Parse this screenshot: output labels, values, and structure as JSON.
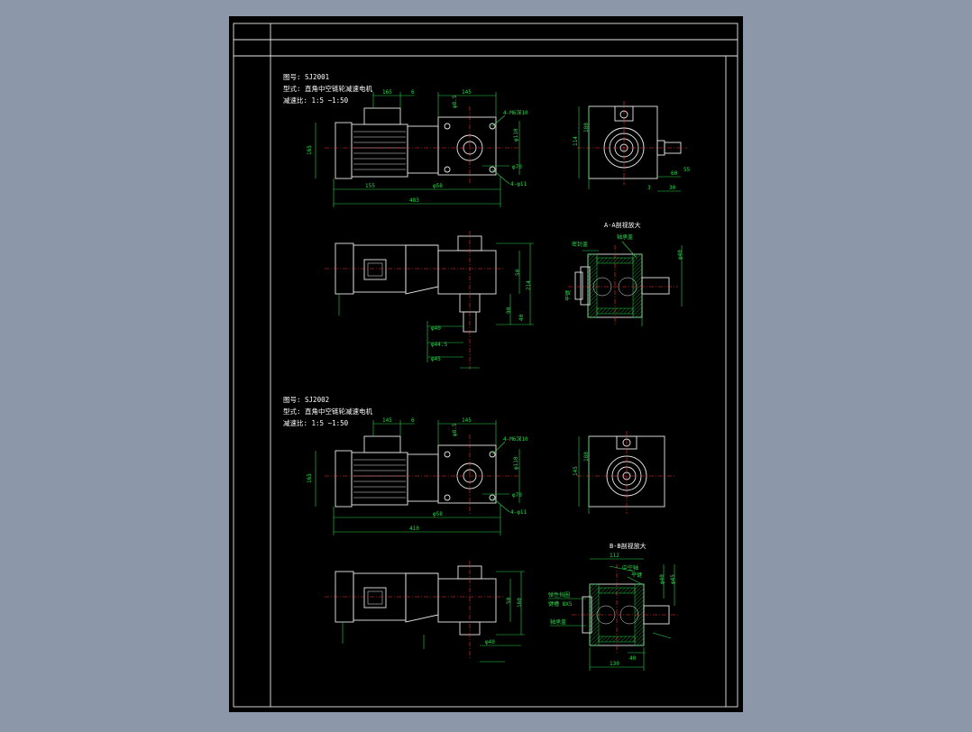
{
  "colors": {
    "background": "#8c98aa",
    "sheet": "#000000",
    "frame": "#e8e8e8",
    "dimension": "#2bd44a",
    "centerline": "#ff3030",
    "text": "#ffffff"
  },
  "drawing_a": {
    "title_lines": [
      "图号: SJ2001",
      "型式: 直角中空链轮减速电机",
      "减速比: 1:5 ~1:50"
    ],
    "top_dims": [
      "165",
      "6",
      "145"
    ],
    "front_dims": [
      "165",
      "φ58",
      "155",
      "483"
    ],
    "flange_dims": [
      "4-M6深10",
      "φ110",
      "φ8.5",
      "4-φ11",
      "φ70"
    ],
    "side_dims": [
      "114",
      "180",
      "60",
      "3",
      "30",
      "55"
    ],
    "section_title": "A-A剖视放大",
    "section_notes": [
      "密封盖",
      "轴承盖",
      "平键",
      "φ40"
    ],
    "plan_dims": [
      "214",
      "50",
      "90",
      "40",
      "φ40",
      "φ44.5",
      "φ45"
    ]
  },
  "drawing_b": {
    "title_lines": [
      "图号: SJ2002",
      "型式: 直角中空链轮减速电机",
      "减速比: 1:5 ~1:50"
    ],
    "top_dims": [
      "145",
      "6",
      "145"
    ],
    "front_dims": [
      "165",
      "φ58",
      "410"
    ],
    "flange_dims": [
      "4-M6深10",
      "φ110",
      "φ8.5",
      "4-φ11",
      "φ70"
    ],
    "side_dims": [
      "145",
      "180"
    ],
    "section_title": "B-B剖视放大",
    "section_notes": [
      "中空轴",
      "平键",
      "弹性挡圈",
      "键槽 8X5",
      "轴承盖"
    ],
    "section_dims": [
      "112",
      "130",
      "φ40",
      "φ45",
      "40"
    ],
    "plan_dims": [
      "160",
      "50",
      "φ40"
    ]
  }
}
